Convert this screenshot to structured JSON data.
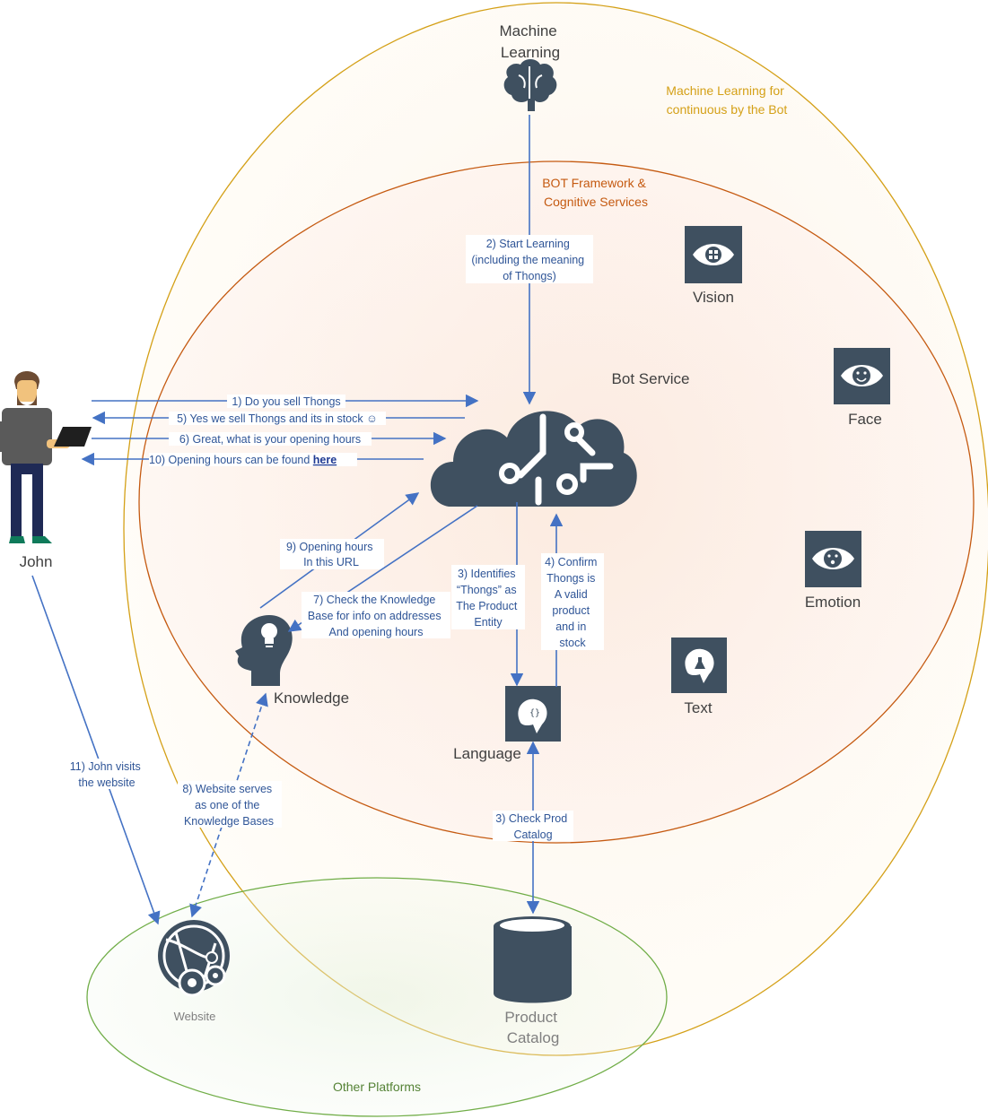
{
  "zones": {
    "outer": "Machine Learning for continuous by the Bot",
    "outer_lines": [
      "Machine Learning for",
      "continuous by the Bot"
    ],
    "inner_lines": [
      "BOT Framework &",
      "Cognitive Services"
    ],
    "bottom": "Other Platforms"
  },
  "nodes": {
    "ml_lines": [
      "Machine",
      "Learning"
    ],
    "bot_service": "Bot Service",
    "john": "John",
    "knowledge": "Knowledge",
    "language": "Language",
    "vision": "Vision",
    "face": "Face",
    "emotion": "Emotion",
    "text": "Text",
    "website": "Website",
    "catalog_lines": [
      "Product",
      "Catalog"
    ]
  },
  "steps": {
    "s1": "1) Do you sell Thongs",
    "s2_lines": [
      "2) Start Learning",
      "(including the meaning",
      "of Thongs)"
    ],
    "s3_lines": [
      "3) Identifies",
      "“Thongs” as",
      "The Product",
      "Entity"
    ],
    "s3b_lines": [
      "3) Check Prod",
      "Catalog"
    ],
    "s4_lines": [
      "4) Confirm",
      "Thongs is",
      "A valid",
      "product",
      "and in",
      "stock"
    ],
    "s5": "5) Yes we sell Thongs and its in stock ☺",
    "s6": "6) Great, what is your opening hours",
    "s7_lines": [
      "7) Check the Knowledge",
      "Base for info on addresses",
      "And opening hours"
    ],
    "s8_lines": [
      "8) Website serves",
      "as one of the",
      "Knowledge Bases"
    ],
    "s9_lines": [
      "9) Opening hours",
      "In this URL"
    ],
    "s10_prefix": "10) Opening hours can be found ",
    "s10_link": "here",
    "s11_lines": [
      "11) John visits",
      "the website"
    ]
  },
  "icons": {
    "ml": "brain-icon",
    "bot": "cloud-circuit-icon",
    "knowledge": "head-lightbulb-icon",
    "language": "speech-bubble-braces-icon",
    "vision": "eye-icon",
    "face": "eye-smile-icon",
    "emotion": "eye-emotion-icon",
    "text": "speech-bubble-flask-icon",
    "website": "globe-gears-icon",
    "catalog": "database-icon",
    "john": "person-laptop-icon"
  },
  "colors": {
    "arrow": "#4472c4",
    "step_text": "#2f5597",
    "icon": "#3f5060",
    "outer_ring": "#d4a017",
    "inner_ring": "#c55a11",
    "bottom_ring": "#70ad47",
    "link": "#1f3a93"
  }
}
